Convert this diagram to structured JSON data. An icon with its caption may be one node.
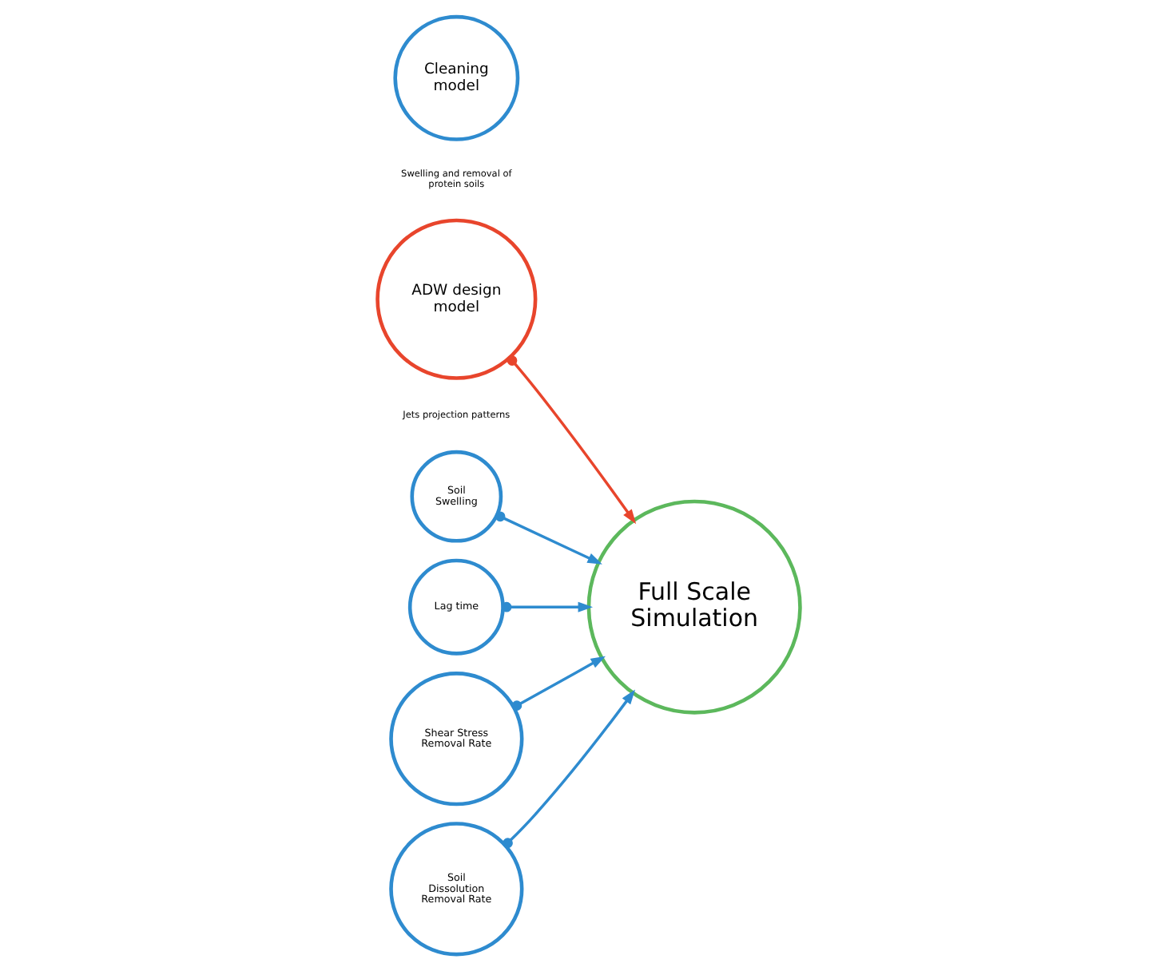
{
  "diagram": {
    "nodes": [
      {
        "text": [
          "ADW design model"
        ],
        "beside": [
          "Jets projection patterns"
        ]
      },
      {
        "text": [
          "Full Scale Simulation"
        ]
      },
      {
        "text": [
          "Soil Swelling"
        ]
      },
      {
        "text": [
          "Lag time"
        ]
      },
      {
        "text": [
          "Shear Stress Removal Rate"
        ]
      },
      {
        "text": [
          "Soil Dissolution Removal Rate"
        ]
      },
      {
        "text": [
          "Cleaning model"
        ],
        "beside": [
          "Swelling and removal of protein soils"
        ]
      }
    ],
    "edges": [
      {
        "from": 0,
        "to": 1,
        "arrow": "to",
        "color": "#e8452c"
      },
      {
        "from": 2,
        "to": 1,
        "arrow": "to"
      },
      {
        "from": 3,
        "to": 1,
        "arrow": "to"
      },
      {
        "from": 4,
        "to": 1,
        "arrow": "to"
      },
      {
        "from": 5,
        "to": 1,
        "arrow": "to"
      }
    ]
  }
}
